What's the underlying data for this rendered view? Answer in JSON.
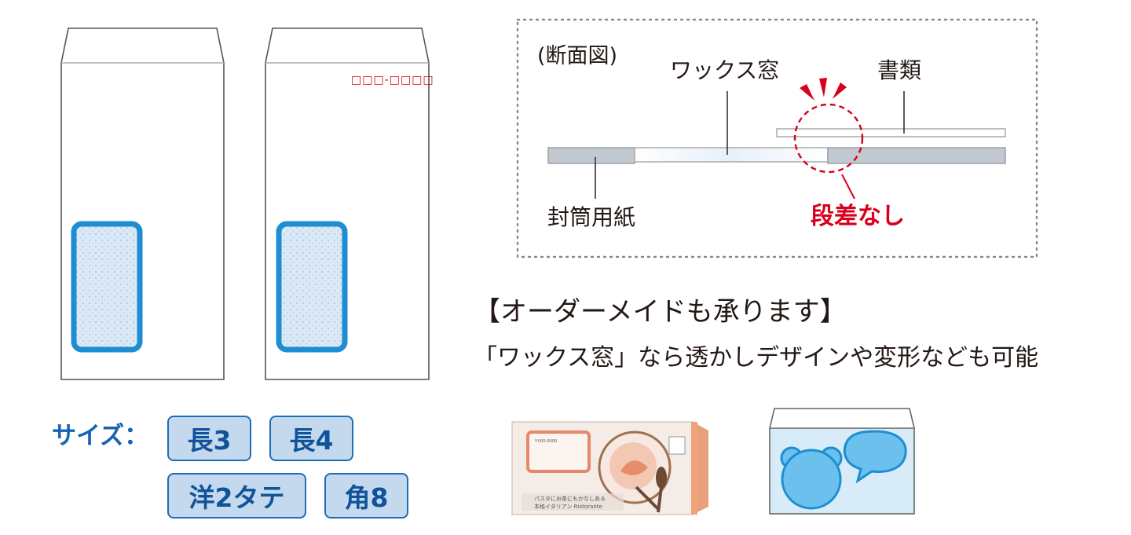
{
  "envelopes": {
    "postal_marks": "□□□-□□□□"
  },
  "cross_section": {
    "caption": "(断面図)",
    "wax_window_label": "ワックス窓",
    "document_label": "書類",
    "envelope_paper_label": "封筒用紙",
    "no_step_label": "段差なし"
  },
  "order": {
    "title": "【オーダーメイドも承ります】",
    "note": "「ワックス窓」なら透かしデザインや変形なども可能"
  },
  "sizes": {
    "label": "サイズ：",
    "items": [
      "長3",
      "長4",
      "洋2タテ",
      "角8"
    ]
  },
  "samples": {
    "box_window_code": "〒000-0000",
    "box_headline": "パスタにお茶にもかなしある",
    "box_subline": "本格イタリアン Ristorante"
  },
  "colors": {
    "window_blue": "#1d8ed1",
    "accent_red": "#d7001d",
    "chip_fill": "#c5d9ee",
    "chip_border": "#1d6fb5",
    "chip_text": "#10539a"
  }
}
